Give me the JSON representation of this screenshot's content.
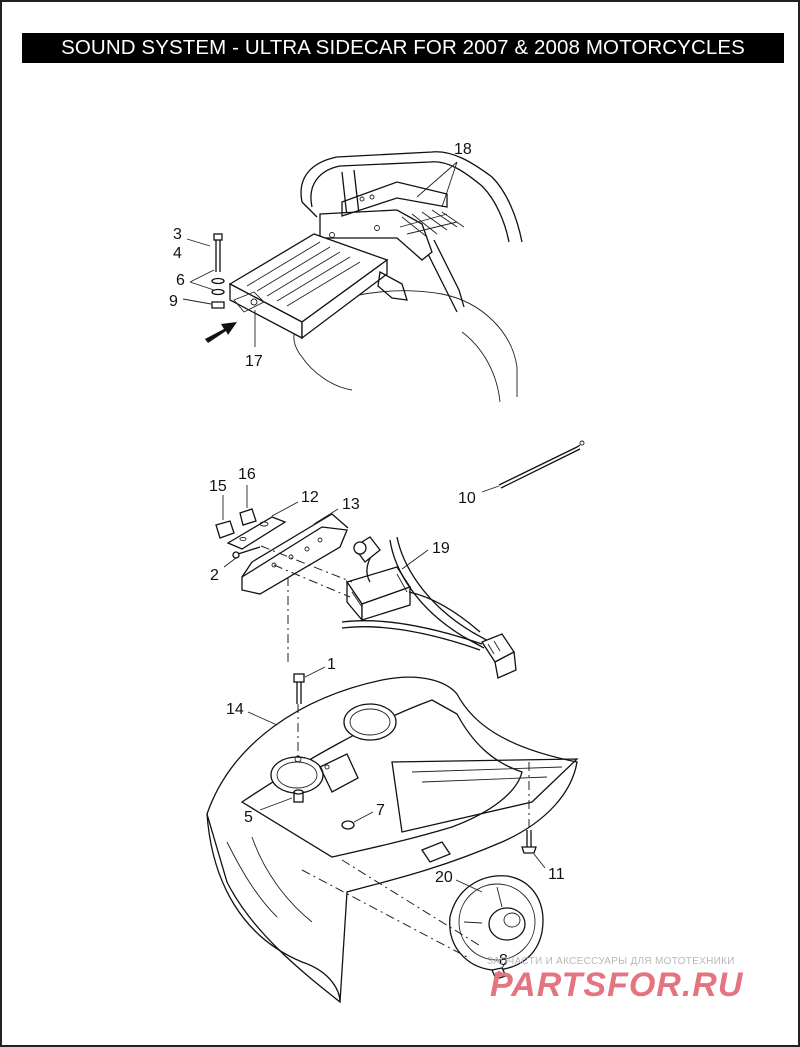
{
  "title": "SOUND SYSTEM - ULTRA SIDECAR FOR 2007 & 2008 MOTORCYCLES",
  "callouts": [
    "1",
    "2",
    "3",
    "4",
    "5",
    "6",
    "7",
    "8",
    "9",
    "10",
    "11",
    "12",
    "13",
    "14",
    "15",
    "16",
    "17",
    "18",
    "19",
    "20"
  ],
  "watermark": {
    "tagline": "ЗАПЧАСТИ И АКСЕССУАРЫ ДЛЯ МОТОТЕХНИКИ",
    "logo": "PARTSFOR.RU"
  },
  "colors": {
    "title_bg": "#000000",
    "title_fg": "#ffffff",
    "logo": "#e4747f"
  }
}
